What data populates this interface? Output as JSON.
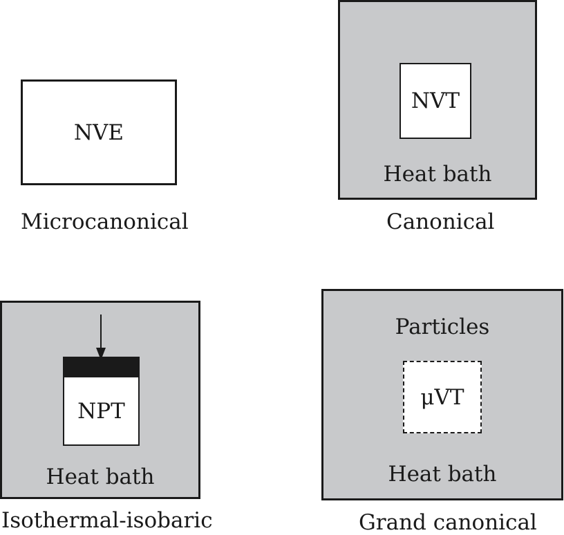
{
  "panels": {
    "microcanonical": {
      "ensemble": "NVE",
      "caption": "Microcanonical"
    },
    "canonical": {
      "ensemble": "NVT",
      "bath_label": "Heat bath",
      "caption": "Canonical"
    },
    "isothermal_isobaric": {
      "ensemble": "NPT",
      "bath_label": "Heat bath",
      "caption": "Isothermal-isobaric"
    },
    "grand_canonical": {
      "ensemble": "μVT",
      "particles_label": "Particles",
      "bath_label": "Heat bath",
      "caption": "Grand canonical"
    }
  },
  "colors": {
    "bath_fill": "#c8c9cb",
    "stroke": "#1a1a1a",
    "system_fill": "#ffffff"
  }
}
